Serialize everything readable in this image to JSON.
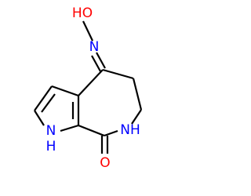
{
  "molecule": {
    "atoms": {
      "hydroxyl_oxygen": {
        "label": "HO",
        "color": "#ff0000"
      },
      "oxime_nitrogen": {
        "label": "N",
        "color": "#0000ff"
      },
      "amide_nitrogen": {
        "label": "NH",
        "color": "#0000ff"
      },
      "pyrrole_nitrogen": {
        "label": "N",
        "color": "#0000ff"
      },
      "pyrrole_hydrogen": {
        "label": "H",
        "color": "#0000ff"
      },
      "carbonyl_oxygen": {
        "label": "O",
        "color": "#ff0000"
      }
    },
    "bond_color": "#000000"
  }
}
